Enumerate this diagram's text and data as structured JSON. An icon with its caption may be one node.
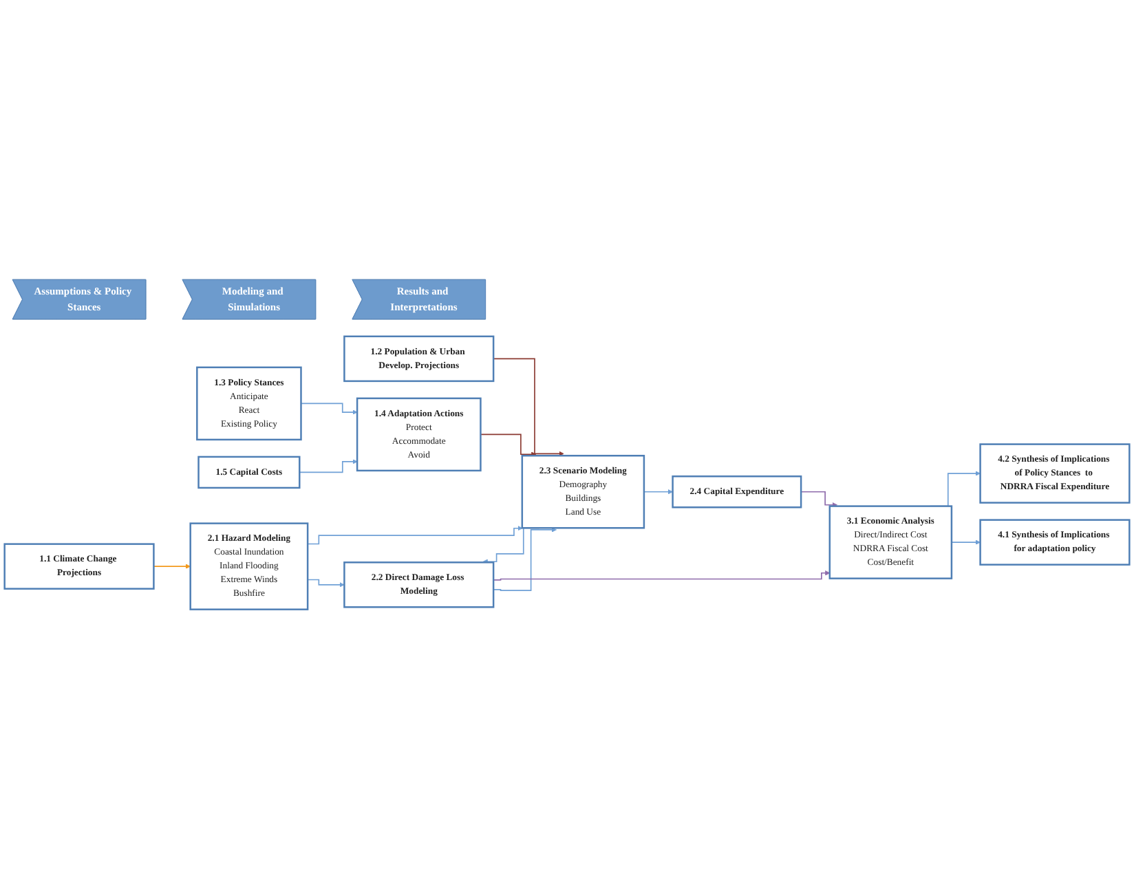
{
  "diagram": {
    "nodes": [
      {
        "text": [
          "Assumptions & Policy Stances"
        ]
      },
      {
        "text": [
          "Modeling and Simulations"
        ]
      },
      {
        "text": [
          "Results and Interpretations"
        ]
      },
      {
        "text": [
          "1.1 Climate Change Projections"
        ]
      },
      {
        "text": [
          "1.2 Population & Urban Develop. Projections"
        ]
      },
      {
        "text": [
          "1.3 Policy Stances",
          "Anticipate",
          "React",
          "Existing Policy"
        ]
      },
      {
        "text": [
          "1.4 Adaptation Actions",
          "Protect",
          "Accommodate",
          "Avoid"
        ]
      },
      {
        "text": [
          "1.5 Capital Costs"
        ]
      },
      {
        "text": [
          "2.1 Hazard Modeling",
          "Coastal Inundation",
          "Inland Flooding",
          "Extreme Winds",
          "Bushfire"
        ]
      },
      {
        "text": [
          "2.2 Direct Damage Loss Modeling"
        ]
      },
      {
        "text": [
          "2.3 Scenario Modeling",
          "Demography",
          "Buildings",
          "Land Use"
        ]
      },
      {
        "text": [
          "2.4 Capital Expenditure"
        ]
      },
      {
        "text": [
          "3.1 Economic Analysis",
          "Direct/Indirect Cost",
          "NDRRA  Fiscal Cost",
          "Cost/Benefit"
        ]
      },
      {
        "text": [
          "4.1 Synthesis of Implications for adaptation policy"
        ]
      },
      {
        "text": [
          "4.2 Synthesis of Implications of Policy Stances  to NDRRA Fiscal Expenditure"
        ]
      }
    ],
    "edges": [
      {
        "from": 3,
        "to": 8,
        "arrow": "to",
        "color": "#f39a1e"
      },
      {
        "from": 4,
        "to": 10,
        "arrow": "to",
        "color": "#8b3a32"
      },
      {
        "from": 5,
        "to": 6,
        "arrow": "to"
      },
      {
        "from": 7,
        "to": 6,
        "arrow": "to"
      },
      {
        "from": 6,
        "to": 10,
        "arrow": "to",
        "color": "#8b3a32"
      },
      {
        "from": 8,
        "to": 9,
        "arrow": "to"
      },
      {
        "from": 8,
        "to": 10,
        "arrow": "to"
      },
      {
        "from": 9,
        "to": 10,
        "arrow": "to"
      },
      {
        "from": 10,
        "to": 9,
        "arrow": "to"
      },
      {
        "from": 10,
        "to": 11,
        "arrow": "to"
      },
      {
        "from": 9,
        "to": 12,
        "arrow": "to",
        "color": "#8e6bab"
      },
      {
        "from": 11,
        "to": 12,
        "arrow": "to",
        "color": "#8e6bab"
      },
      {
        "from": 12,
        "to": 13,
        "arrow": "to"
      },
      {
        "from": 12,
        "to": 14,
        "arrow": "to"
      }
    ]
  }
}
